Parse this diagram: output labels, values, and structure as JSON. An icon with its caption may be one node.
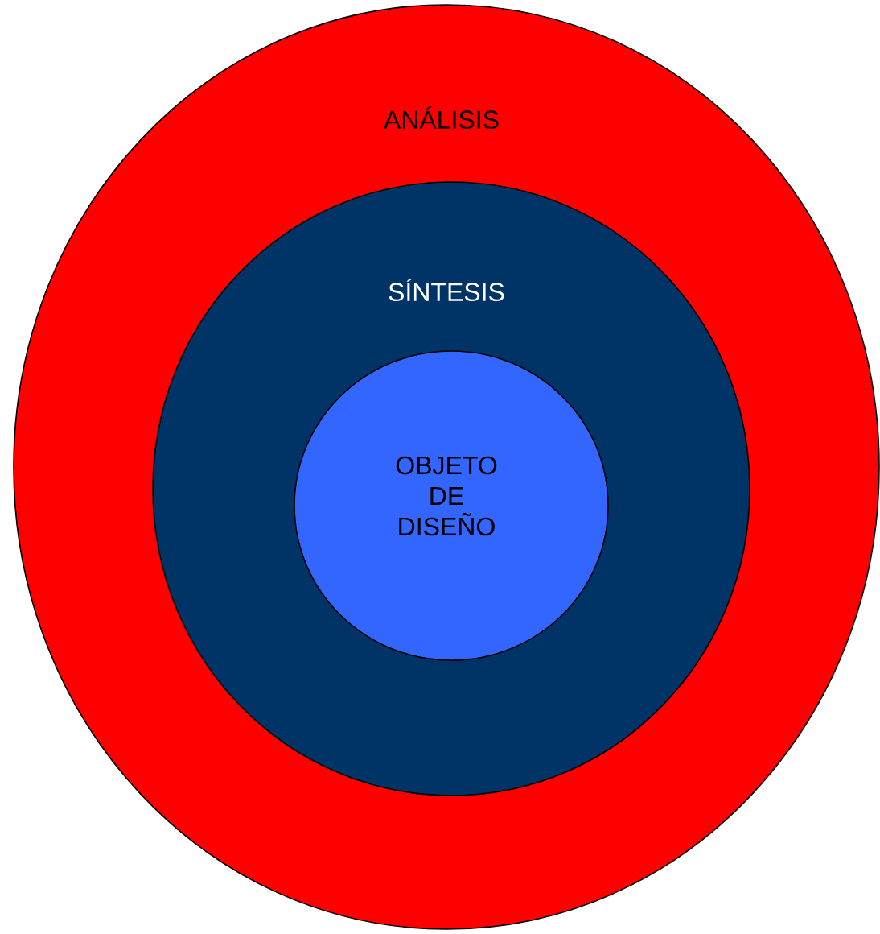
{
  "diagram": {
    "nodes": [
      {
        "text": [
          "ANÁLISIS"
        ]
      },
      {
        "text": [
          "SÍNTESIS"
        ],
        "in": 0
      },
      {
        "text": [
          "OBJETO DE DISEÑO"
        ],
        "in": 1
      }
    ]
  }
}
